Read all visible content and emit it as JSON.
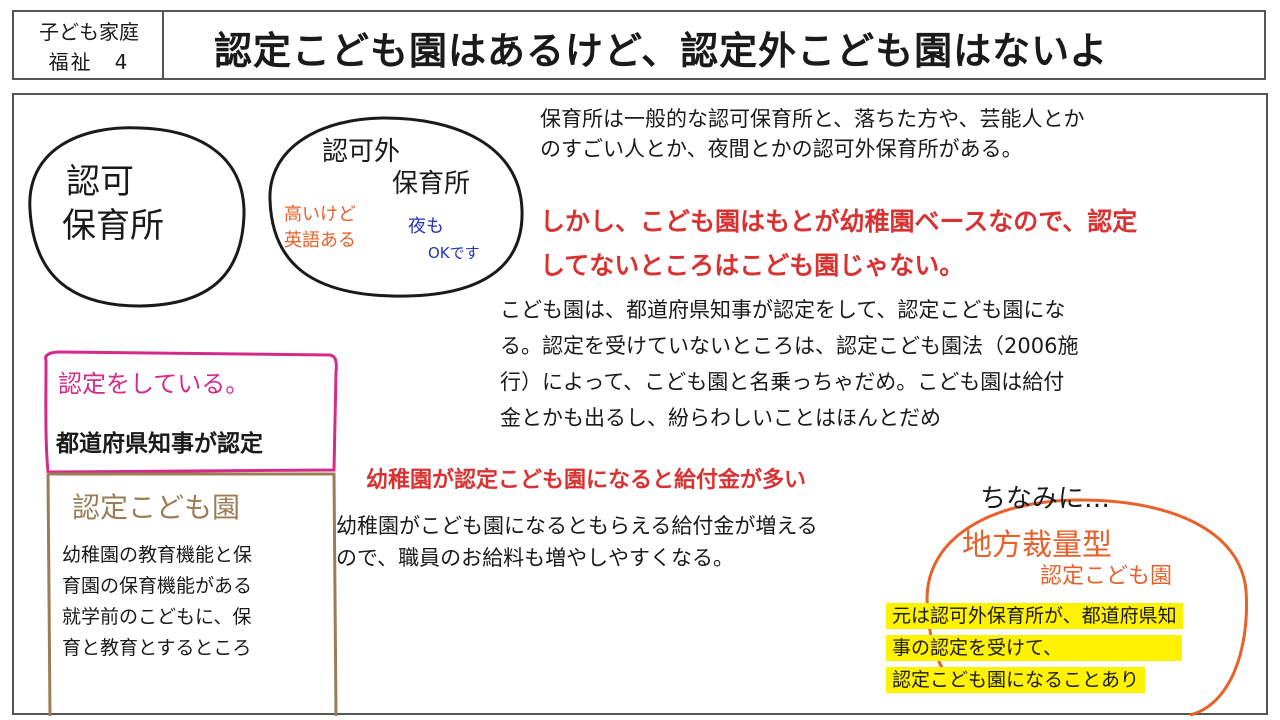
{
  "header": {
    "subject_line1": "子ども家庭",
    "subject_line2": "福祉　4",
    "title": "認定こども園はあるけど、認定外こども園はないよ"
  },
  "bubbles": {
    "licensed": {
      "line1": "認可",
      "line2": "保育所"
    },
    "unlicensed": {
      "line1": "認可外",
      "line2": "保育所",
      "note_orange1": "高いけど",
      "note_orange2": "英語ある",
      "note_blue1": "夜も",
      "note_blue2": "OKです"
    }
  },
  "intro_text": {
    "line1": "保育所は一般的な認可保育所と、落ちた方や、芸能人とか",
    "line2": "のすごい人とか、夜間とかの認可外保育所がある。"
  },
  "red_heading": {
    "line1": "しかし、こども園はもとが幼稚園ベースなので、認定",
    "line2": "してないところはこども園じゃない。"
  },
  "explanation": {
    "line1": "こども園は、都道府県知事が認定をして、認定こども園にな",
    "line2": "る。認定を受けていないところは、認定こども園法（2006施",
    "line3": "行）によって、こども園と名乗っちゃだめ。こども園は給付",
    "line4": "金とかも出るし、紛らわしいことはほんとだめ"
  },
  "certified_box": {
    "handwritten_label": "認定をしている。",
    "bold_label": "都道府県知事が認定"
  },
  "nintei_box": {
    "handwritten_title": "認定こども園",
    "line1": "幼稚園の教育機能と保",
    "line2": "育園の保育機能がある",
    "line3": "就学前のこどもに、保",
    "line4": "育と教育とするところ"
  },
  "subsidy": {
    "heading": "幼稚園が認定こども園になると給付金が多い",
    "line1": "幼稚園がこども園になるともらえる給付金が増える",
    "line2": "ので、職員のお給料も増やしやすくなる。"
  },
  "local_type": {
    "aside": "ちなみに…",
    "line1": "地方裁量型",
    "line2": "認定こども園",
    "note1": "元は認可外保育所が、都道府県知",
    "note2": "事の認定を受けて、",
    "note3": "認定こども園になることあり"
  },
  "colors": {
    "accent_red": "#d93232",
    "magenta": "#d62a8a",
    "brown": "#9c7c55",
    "orange_hand": "#e8602a",
    "blue_hand": "#2233bb",
    "highlight_yellow": "#fff200"
  }
}
